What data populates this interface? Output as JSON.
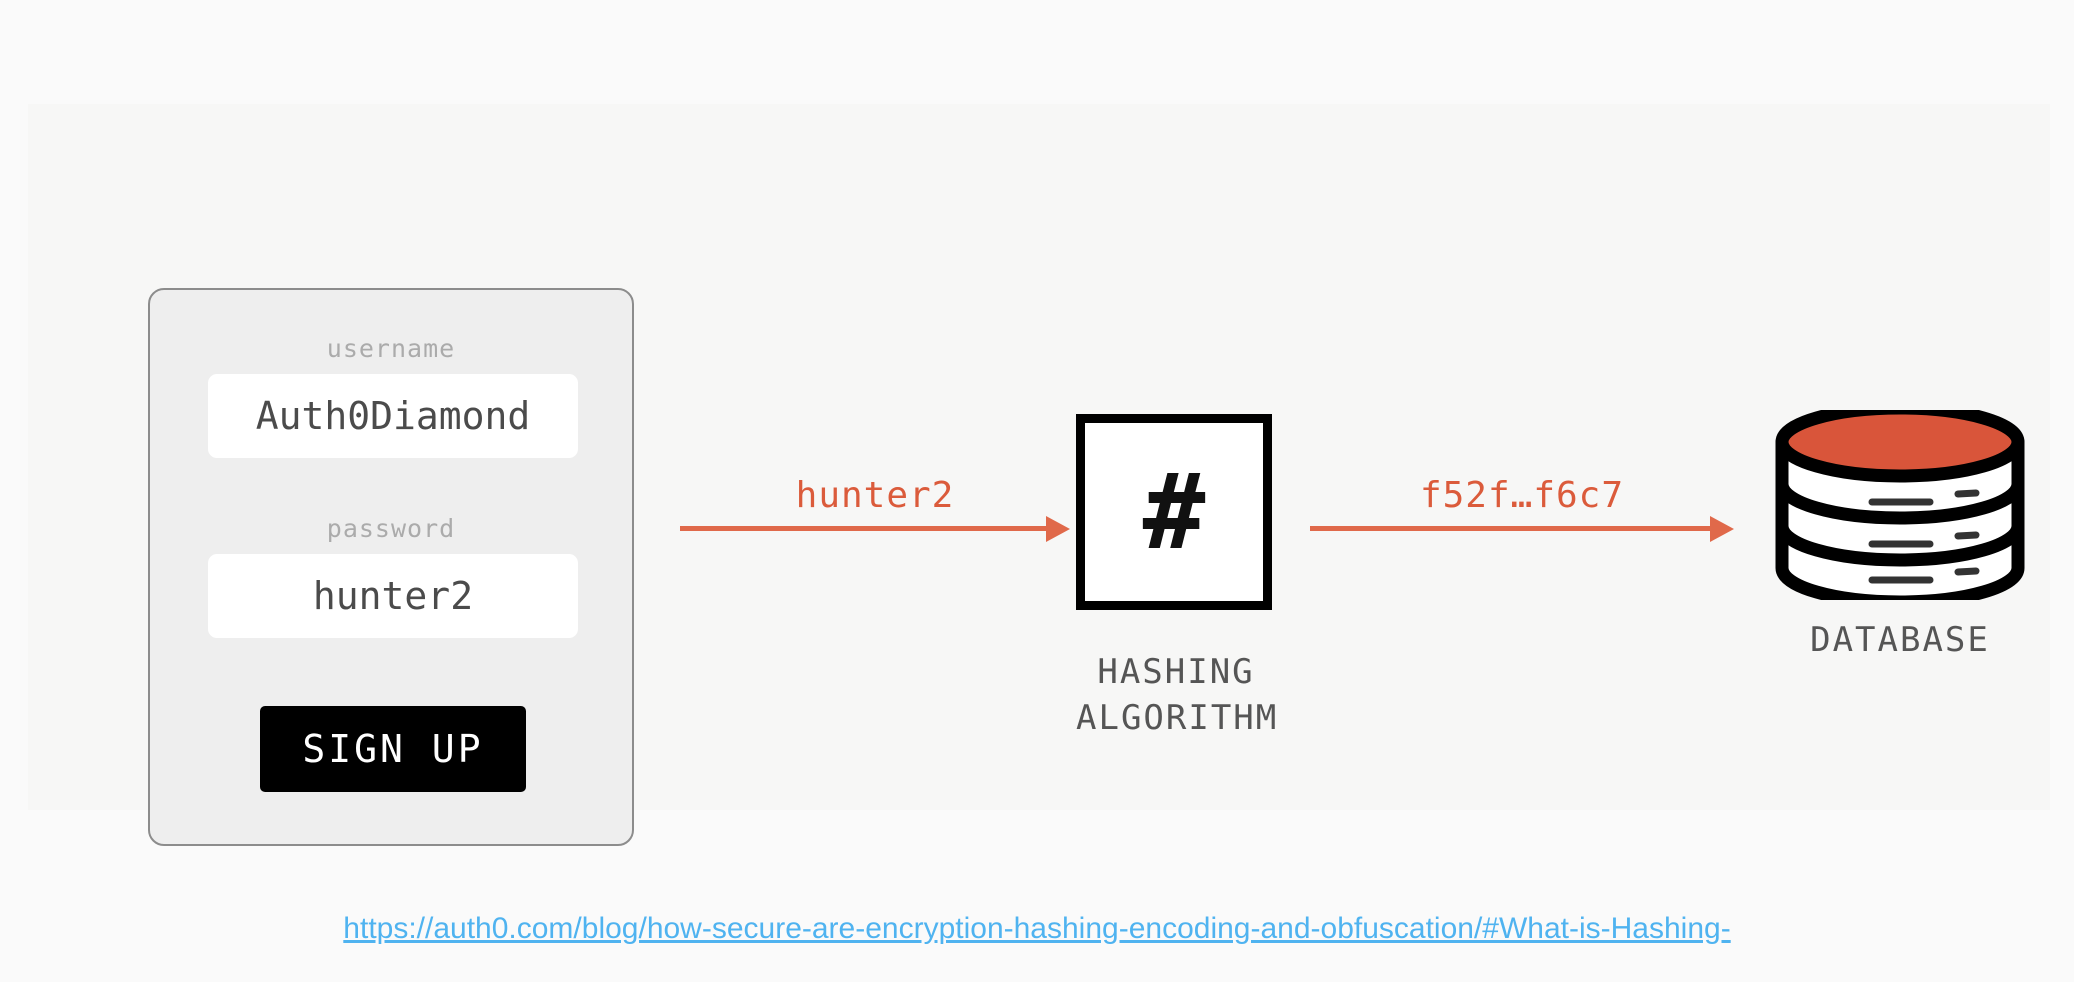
{
  "colors": {
    "page_background": "#fafafa",
    "panel_background": "#f7f7f6",
    "accent_orange": "#e0694a",
    "label_orange": "#db5b3b",
    "database_top": "#d9553a",
    "link_blue": "#4fb3f0",
    "button_black": "#000000",
    "muted_label": "#ababab",
    "node_label": "#555555"
  },
  "signup_form": {
    "username": {
      "label": "username",
      "value": "Auth0Diamond"
    },
    "password": {
      "label": "password",
      "value": "hunter2"
    },
    "submit_label": "SIGN UP"
  },
  "flow": {
    "arrow_1_label": "hunter2",
    "arrow_2_label": "f52f…f6c7"
  },
  "hashing_node": {
    "glyph": "#",
    "glyph_icon_name": "hash-icon",
    "label_line_1": "HASHING",
    "label_line_2": "ALGORITHM"
  },
  "database_node": {
    "icon_name": "database-cylinder-icon",
    "label": "DATABASE"
  },
  "source": {
    "url_text": "https://auth0.com/blog/how-secure-are-encryption-hashing-encoding-and-obfuscation/#What-is-Hashing-"
  }
}
